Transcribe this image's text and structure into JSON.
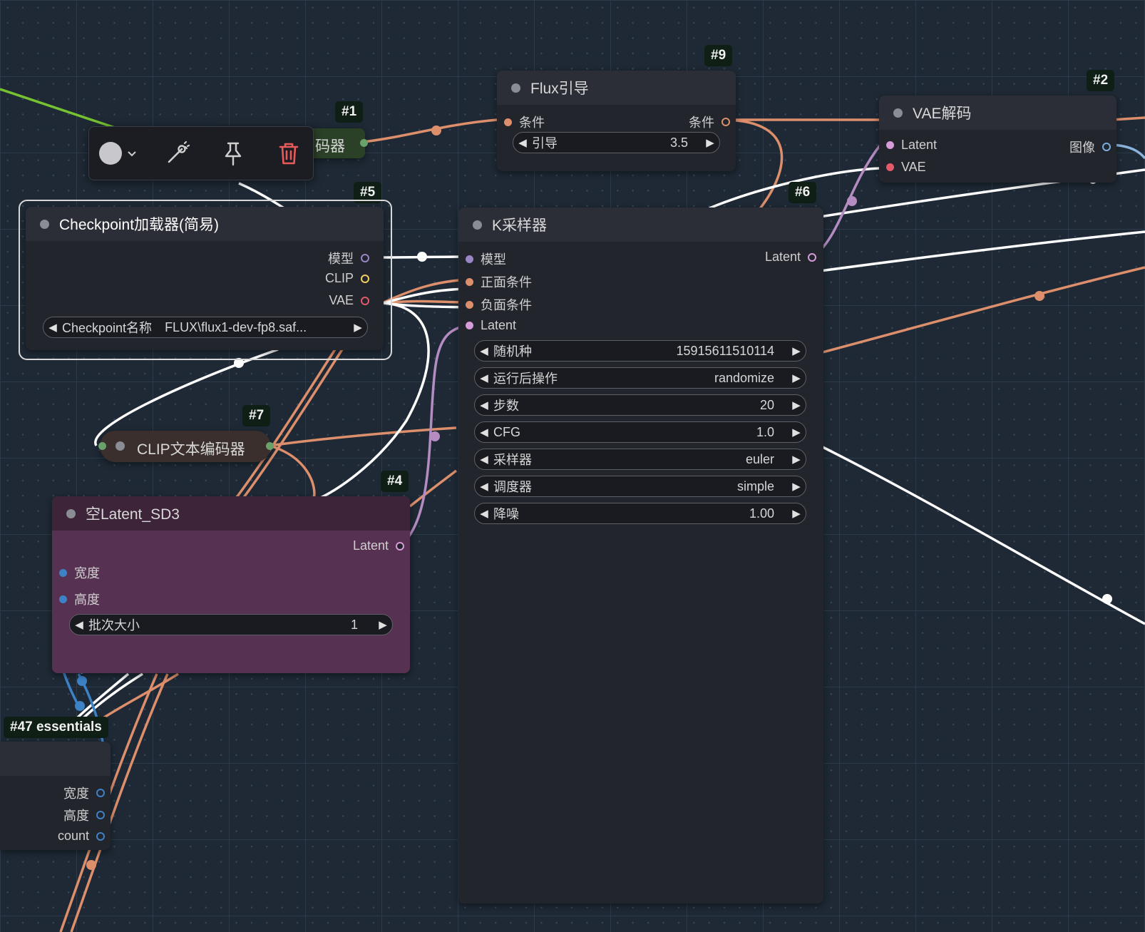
{
  "palette": {
    "wire_orange": "#dd8f6c",
    "wire_white": "#ffffff",
    "wire_purple": "#b58cc2",
    "wire_blue": "#3d82c7",
    "wire_green": "#76c230",
    "node_bg": "#22252c",
    "node_title": "#2b2e36",
    "latent_node_bg": "#573152",
    "selection_outline": "#d8d8d8",
    "delete_red": "#e85a5a"
  },
  "toolbar": {
    "color_icon": "color-circle-icon",
    "dropdown_icon": "chevron-down-icon",
    "bypass_icon": "wand-icon",
    "pin_icon": "pin-icon",
    "delete_icon": "trash-icon"
  },
  "nodes": {
    "n1": {
      "badge": "#1",
      "title_partial": "码器"
    },
    "n9": {
      "badge": "#9",
      "title": "Flux引导",
      "input": "条件",
      "output": "条件",
      "widget": {
        "label": "引导",
        "value": "3.5"
      }
    },
    "n2": {
      "badge": "#2",
      "title": "VAE解码",
      "inputs": [
        "Latent",
        "VAE"
      ],
      "output": "图像"
    },
    "n5": {
      "badge": "#5",
      "title": "Checkpoint加载器(简易)",
      "outputs": [
        "模型",
        "CLIP",
        "VAE"
      ],
      "widget": {
        "label": "Checkpoint名称",
        "value": "FLUX\\flux1-dev-fp8.saf..."
      }
    },
    "n6": {
      "badge": "#6",
      "title": "K采样器",
      "inputs": [
        "模型",
        "正面条件",
        "负面条件",
        "Latent"
      ],
      "output": "Latent",
      "widgets": [
        {
          "label": "随机种",
          "value": "15915611510114"
        },
        {
          "label": "运行后操作",
          "value": "randomize"
        },
        {
          "label": "步数",
          "value": "20"
        },
        {
          "label": "CFG",
          "value": "1.0"
        },
        {
          "label": "采样器",
          "value": "euler"
        },
        {
          "label": "调度器",
          "value": "simple"
        },
        {
          "label": "降噪",
          "value": "1.00"
        }
      ]
    },
    "n7": {
      "badge": "#7",
      "title": "CLIP文本编码器"
    },
    "n4": {
      "badge": "#4",
      "title": "空Latent_SD3",
      "output": "Latent",
      "inputs": [
        "宽度",
        "高度"
      ],
      "widget": {
        "label": "批次大小",
        "value": "1"
      }
    },
    "n47": {
      "badge": "#47 essentials",
      "outputs": [
        "宽度",
        "高度",
        "count"
      ]
    }
  }
}
